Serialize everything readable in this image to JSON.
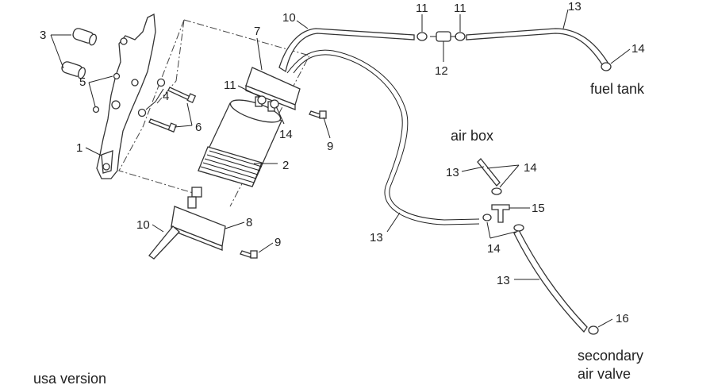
{
  "callouts": {
    "c1": "1",
    "c2": "2",
    "c3": "3",
    "c4": "4",
    "c5": "5",
    "c6": "6",
    "c7": "7",
    "c8": "8",
    "c9a": "9",
    "c9b": "9",
    "c10a": "10",
    "c10b": "10",
    "c11a": "11",
    "c11b": "11",
    "c11c": "11",
    "c12": "12",
    "c13a": "13",
    "c13b": "13",
    "c13c": "13",
    "c13d": "13",
    "c14a": "14",
    "c14b": "14",
    "c14c": "14",
    "c14d": "14",
    "c15": "15",
    "c16": "16"
  },
  "annotations": {
    "fuel_tank": "fuel tank",
    "air_box": "air box",
    "secondary_line1": "secondary",
    "secondary_line2": "air valve",
    "version": "usa version"
  },
  "colors": {
    "ink": "#222222",
    "background": "#ffffff"
  }
}
